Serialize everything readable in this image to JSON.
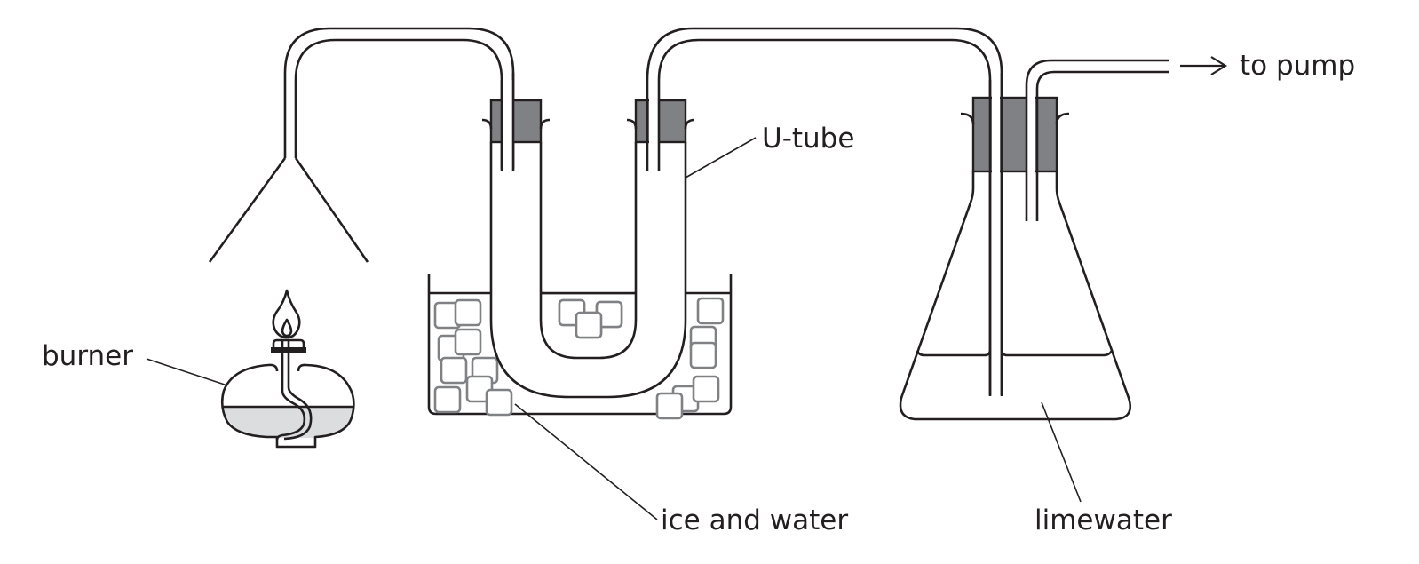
{
  "diagram": {
    "title": "Apparatus for testing combustion products",
    "labels": {
      "burner": "burner",
      "u_tube": "U-tube",
      "ice_and_water": "ice and water",
      "limewater": "limewater",
      "to_pump": "to pump"
    },
    "arrow_icon": "right-arrow-icon",
    "colors": {
      "line": "#231f20",
      "stopper": "#808184",
      "ice": "#808184",
      "burner_fuel": "#dcdddf",
      "background": "#ffffff"
    }
  }
}
